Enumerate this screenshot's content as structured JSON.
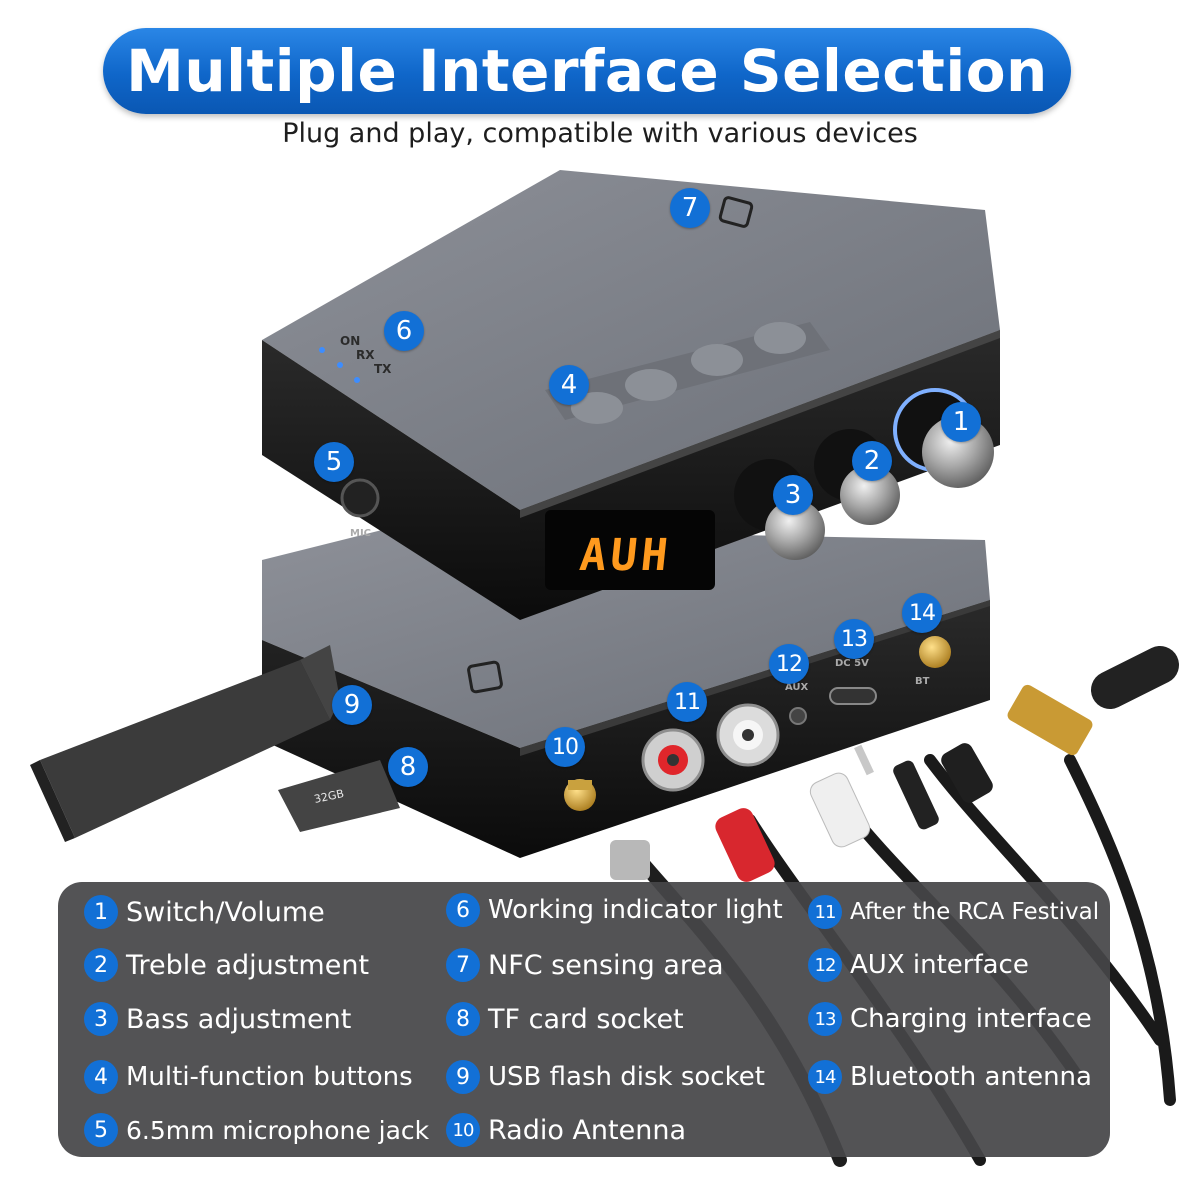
{
  "header": {
    "title": "Multiple Interface Selection",
    "subtitle": "Plug and play, compatible with various devices"
  },
  "device": {
    "display_text": "AUH",
    "indicator_labels": [
      "ON",
      "RX",
      "TX"
    ],
    "mic_label": "MIC",
    "aux_label": "AUX",
    "dc_label": "DC 5V",
    "bt_label": "BT",
    "sd_card_label": "32GB"
  },
  "callouts": [
    "1",
    "2",
    "3",
    "4",
    "5",
    "6",
    "7",
    "8",
    "9",
    "10",
    "11",
    "12",
    "13",
    "14"
  ],
  "legend": {
    "items": [
      {
        "num": "1",
        "label": "Switch/Volume"
      },
      {
        "num": "2",
        "label": "Treble adjustment"
      },
      {
        "num": "3",
        "label": "Bass adjustment"
      },
      {
        "num": "4",
        "label": "Multi-function buttons"
      },
      {
        "num": "5",
        "label": "6.5mm microphone jack"
      },
      {
        "num": "6",
        "label": "Working indicator light"
      },
      {
        "num": "7",
        "label": "NFC sensing area"
      },
      {
        "num": "8",
        "label": "TF card socket"
      },
      {
        "num": "9",
        "label": "USB flash disk socket"
      },
      {
        "num": "10",
        "label": "Radio Antenna"
      },
      {
        "num": "11",
        "label": "After the RCA Festival"
      },
      {
        "num": "12",
        "label": "AUX interface"
      },
      {
        "num": "13",
        "label": "Charging interface"
      },
      {
        "num": "14",
        "label": "Bluetooth antenna"
      }
    ]
  },
  "colors": {
    "accent_blue": "#1270d6",
    "display_orange": "#ff9a1e",
    "device_top": "#7c8088",
    "device_body": "#151515",
    "legend_bg": "#464648"
  }
}
